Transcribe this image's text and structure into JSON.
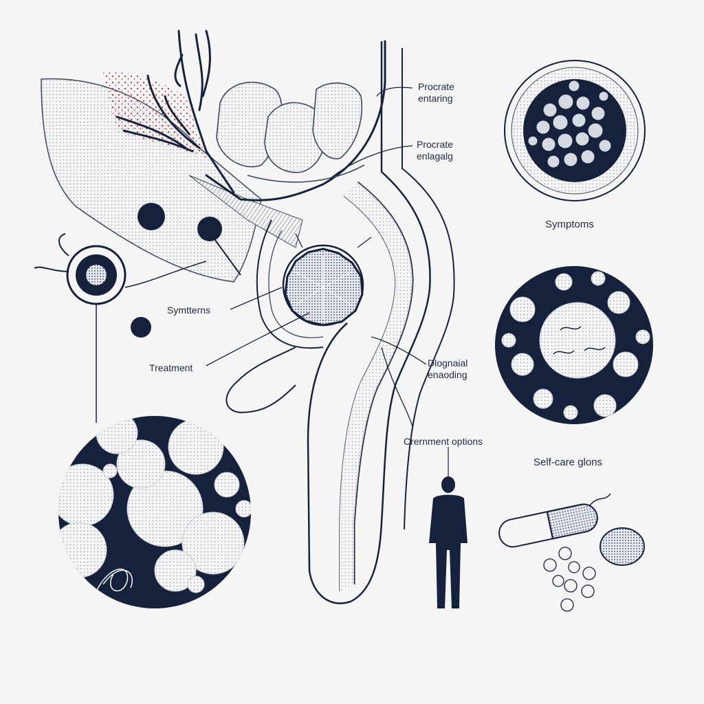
{
  "labels": {
    "prostate_top": "Procrate\nentaring",
    "prostate_mid": "Procrate\nenlagalg",
    "symptoms_right": "Symptoms",
    "symptoms_left": "Symtterns",
    "treatment": "Treatment",
    "diagnosis": "Dlognaial\nenaoding",
    "treatment_options": "Crernment options",
    "self_care": "Self-care glons"
  },
  "colors": {
    "ink": "#1c2a45",
    "navy": "#16213c",
    "accent_red": "#c8262c",
    "paper": "#f4f5f4",
    "shade": "#d9dde3"
  }
}
